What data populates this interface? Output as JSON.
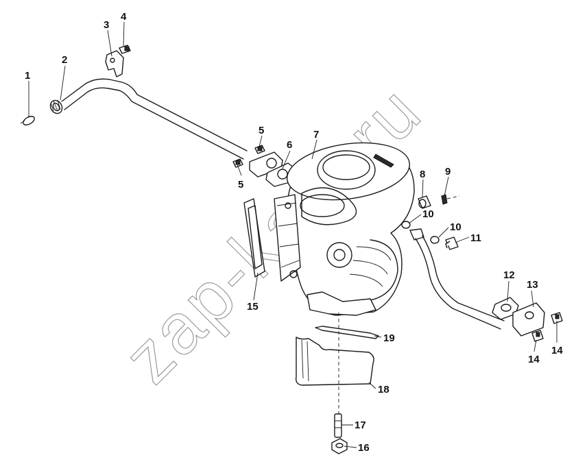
{
  "callouts": [
    "1",
    "2",
    "3",
    "4",
    "5",
    "5",
    "6",
    "7",
    "8",
    "9",
    "10",
    "10",
    "11",
    "12",
    "13",
    "14",
    "14",
    "15",
    "16",
    "17",
    "18",
    "19"
  ],
  "watermark": "zap-kam.ru"
}
